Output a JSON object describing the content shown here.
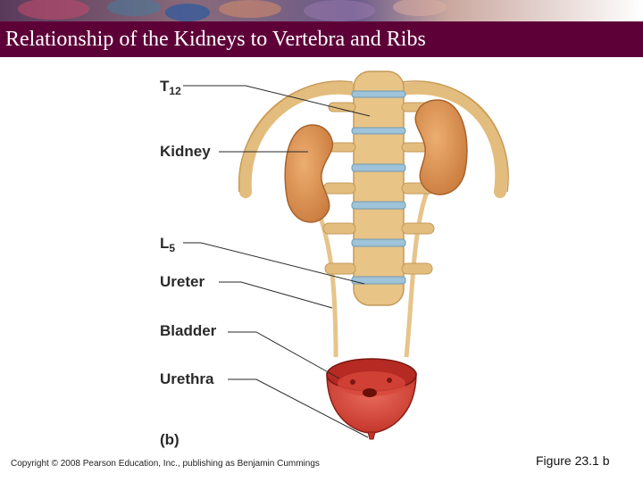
{
  "slide": {
    "title": "Relationship of the Kidneys to Vertebra and Ribs",
    "copyright": "Copyright © 2008 Pearson Education, Inc., publishing as Benjamin Cummings",
    "figure_ref": "Figure 23.1 b"
  },
  "labels": {
    "t12_main": "T",
    "t12_sub": "12",
    "kidney": "Kidney",
    "l5_main": "L",
    "l5_sub": "5",
    "ureter": "Ureter",
    "bladder": "Bladder",
    "urethra": "Urethra",
    "panel": "(b)"
  },
  "colors": {
    "title_bar": "#5e0038",
    "bone": "#e8c486",
    "disc": "#9fc3d8",
    "kidney": "#d8904f",
    "bladder": "#d8443a"
  }
}
